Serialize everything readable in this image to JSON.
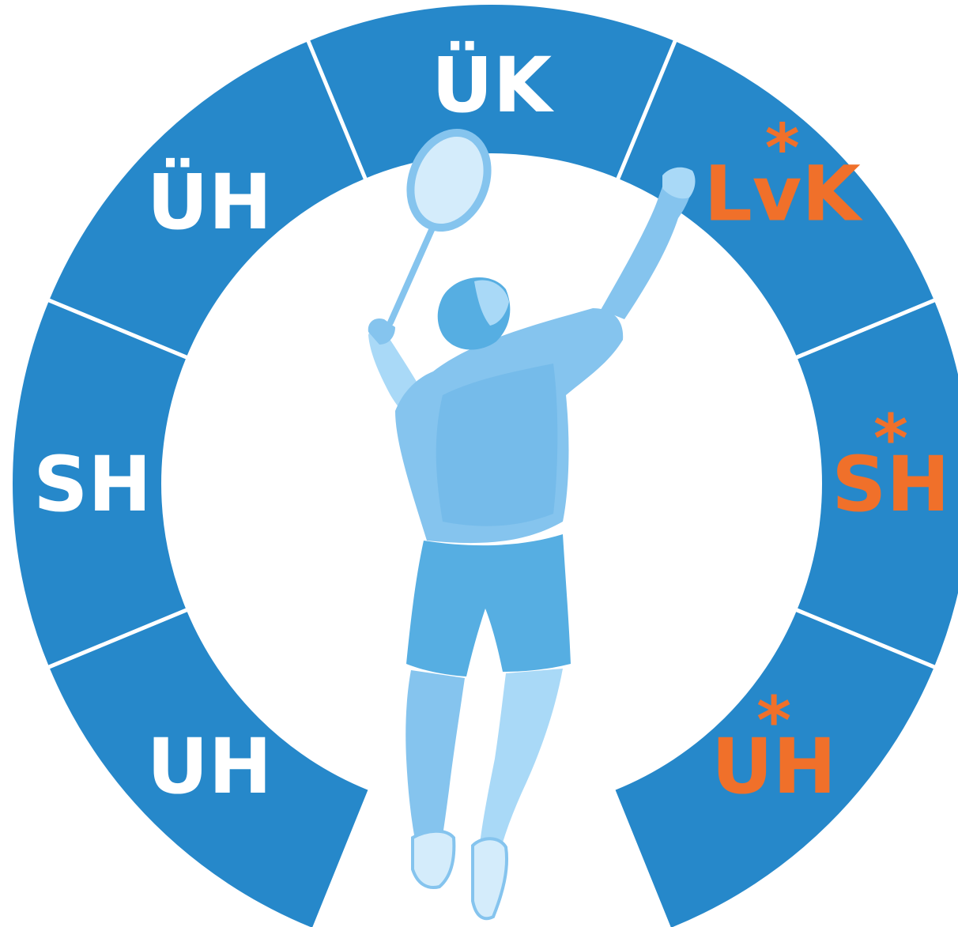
{
  "colors": {
    "ring": "#2688CA",
    "divider": "#ffffff",
    "label_white": "#ffffff",
    "label_orange": "#F0702A",
    "player_light": "#A9D9F7",
    "player_mid": "#85C4EE",
    "player_dark": "#56AEE2",
    "player_shade": "#3F9BD6"
  },
  "segments": [
    {
      "id": "uh-left",
      "label": "UH",
      "color": "white",
      "starred": false
    },
    {
      "id": "sh-left",
      "label": "SH",
      "color": "white",
      "starred": false
    },
    {
      "id": "uh-umlaut-left",
      "label": "ÜH",
      "color": "white",
      "starred": false
    },
    {
      "id": "uk-top",
      "label": "ÜK",
      "color": "white",
      "starred": false
    },
    {
      "id": "lvk-right",
      "label": "LvK",
      "color": "orange",
      "starred": true
    },
    {
      "id": "sh-right",
      "label": "SH",
      "color": "orange",
      "starred": true
    },
    {
      "id": "uh-right",
      "label": "UH",
      "color": "orange",
      "starred": true
    }
  ],
  "star_glyph": "*",
  "illustration": "badminton-player-silhouette"
}
